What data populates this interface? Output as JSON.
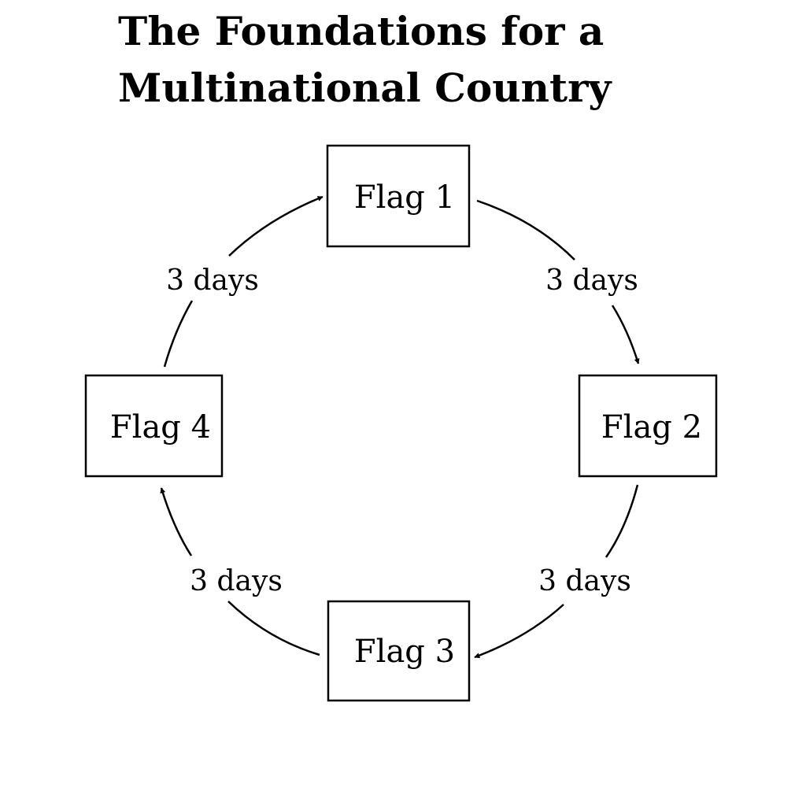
{
  "title": {
    "line1": "The Foundations for a",
    "line2": "Multinational Country"
  },
  "nodes": [
    {
      "id": "flag-1",
      "label": "Flag 1"
    },
    {
      "id": "flag-2",
      "label": "Flag 2"
    },
    {
      "id": "flag-3",
      "label": "Flag 3"
    },
    {
      "id": "flag-4",
      "label": "Flag 4"
    }
  ],
  "edges": [
    {
      "from": "flag-1",
      "to": "flag-2",
      "label": "3 days"
    },
    {
      "from": "flag-2",
      "to": "flag-3",
      "label": "3 days"
    },
    {
      "from": "flag-3",
      "to": "flag-4",
      "label": "3 days"
    },
    {
      "from": "flag-4",
      "to": "flag-1",
      "label": "3 days"
    }
  ]
}
